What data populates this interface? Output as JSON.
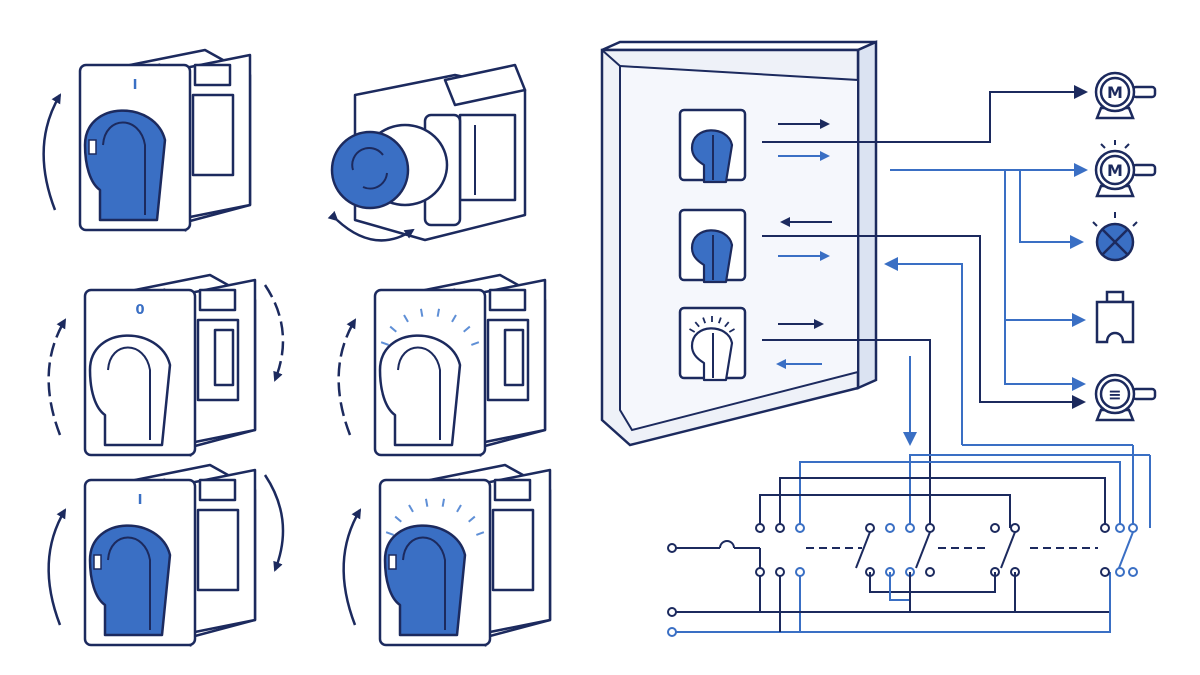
{
  "colors": {
    "navy": "#1c2a5e",
    "blue": "#3a6fc4",
    "blue_light": "#5f8fd6",
    "panel": "#eef1f8",
    "white": "#ffffff"
  },
  "switches": [
    {
      "style": "knob",
      "position_mark": "I",
      "arrows": "left-arc",
      "icon": "rotary-switch-icon"
    },
    {
      "style": "push-button",
      "position_mark": "",
      "arrows": "bottom-double",
      "icon": "emergency-stop-button-icon"
    },
    {
      "style": "knob-white",
      "position_mark": "0",
      "arrows": "both-sides",
      "icon": "rotary-switch-icon"
    },
    {
      "style": "knob-white",
      "position_mark": "",
      "arrows": "left-arc",
      "icon": "rotary-switch-icon"
    },
    {
      "style": "knob",
      "position_mark": "I",
      "arrows": "both-sides",
      "icon": "rotary-switch-icon"
    },
    {
      "style": "knob",
      "position_mark": "",
      "arrows": "left-arc",
      "icon": "rotary-switch-icon"
    }
  ],
  "panel": {
    "switches": [
      {
        "style": "blue",
        "icon": "panel-rotary-switch-icon"
      },
      {
        "style": "blue",
        "icon": "panel-rotary-switch-icon"
      },
      {
        "style": "white",
        "icon": "panel-rotary-switch-icon"
      }
    ]
  },
  "loads": [
    {
      "type": "motor",
      "label": "M",
      "icon": "motor-icon"
    },
    {
      "type": "motor",
      "label": "M",
      "icon": "motor-icon"
    },
    {
      "type": "lamp",
      "label": "",
      "icon": "lamp-icon"
    },
    {
      "type": "contactor",
      "label": "",
      "icon": "contactor-icon"
    },
    {
      "type": "motor",
      "label": "≡",
      "icon": "motor-icon"
    }
  ]
}
